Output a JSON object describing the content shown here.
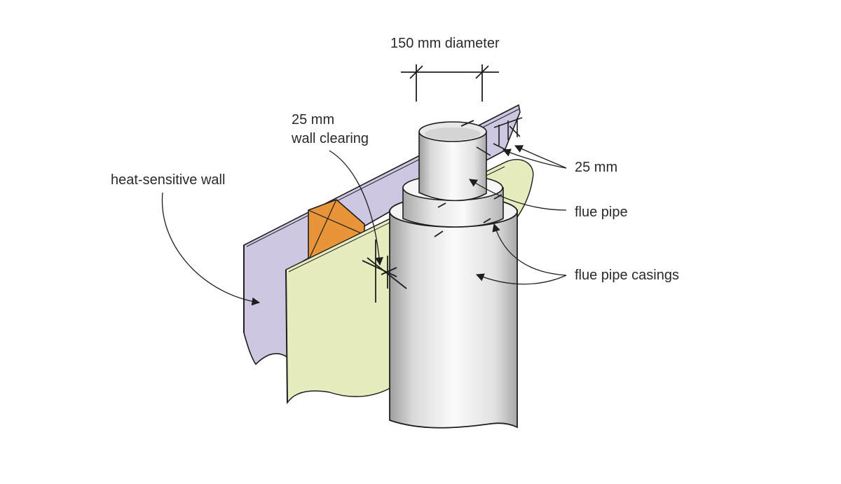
{
  "labels": {
    "diameter": "150 mm diameter",
    "wall_clearing_line1": "25 mm",
    "wall_clearing_line2": "wall clearing",
    "heat_sensitive_wall": "heat-sensitive wall",
    "gap": "25 mm",
    "flue_pipe": "flue pipe",
    "flue_pipe_casings": "flue pipe casings"
  },
  "colors": {
    "wall_purple": "#cfc7e2",
    "panel_yellow": "#e6ecbd",
    "block_orange": "#e8953a",
    "pipe_light": "#f2f2f2",
    "pipe_shadow": "#bfbfbf",
    "ink": "#1e1e1e"
  }
}
